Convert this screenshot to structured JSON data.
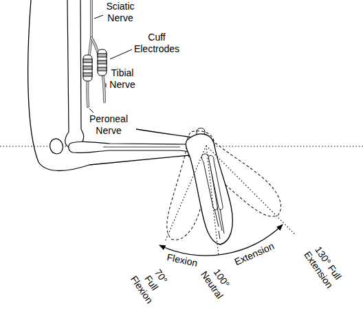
{
  "diagram": {
    "labels": [
      "Sciatic Nerve",
      "Cuff Electrodes",
      "Tibial Nerve",
      "Peroneal Nerve",
      "Flexion",
      "Extension",
      "70° Full Flexion",
      "100° Neutral",
      "130° Full Extension"
    ]
  }
}
